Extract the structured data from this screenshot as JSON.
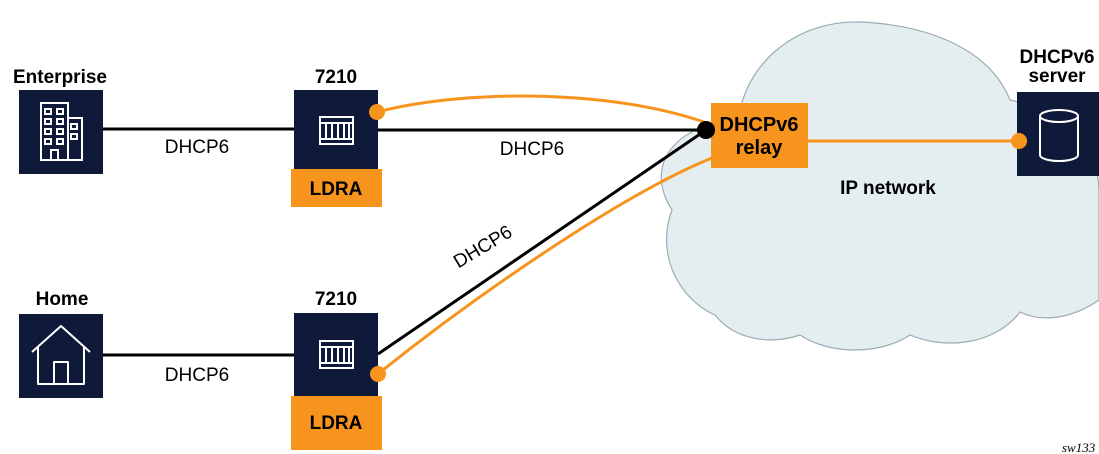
{
  "nodes": {
    "enterprise": {
      "label": "Enterprise",
      "icon": "office-building-icon"
    },
    "home": {
      "label": "Home",
      "icon": "house-icon"
    },
    "switch_top": {
      "label": "7210",
      "icon": "switch-chassis-icon",
      "function": "LDRA"
    },
    "switch_bottom": {
      "label": "7210",
      "icon": "switch-chassis-icon",
      "function": "LDRA"
    },
    "relay": {
      "label_line1": "DHCPv6",
      "label_line2": "relay"
    },
    "server": {
      "label_line1": "DHCPv6",
      "label_line2": "server",
      "icon": "database-icon"
    },
    "cloud": {
      "label": "IP network"
    }
  },
  "links": {
    "enterprise_to_switch": "DHCP6",
    "home_to_switch": "DHCP6",
    "switch_top_to_relay": "DHCP6",
    "switch_bottom_to_relay": "DHCP6"
  },
  "figure_id": "sw133",
  "colors": {
    "navy": "#0f1a3a",
    "orange": "#f7941d",
    "cloud_fill": "#e4eef1",
    "cloud_stroke": "#9aacb2",
    "line": "#000000"
  }
}
